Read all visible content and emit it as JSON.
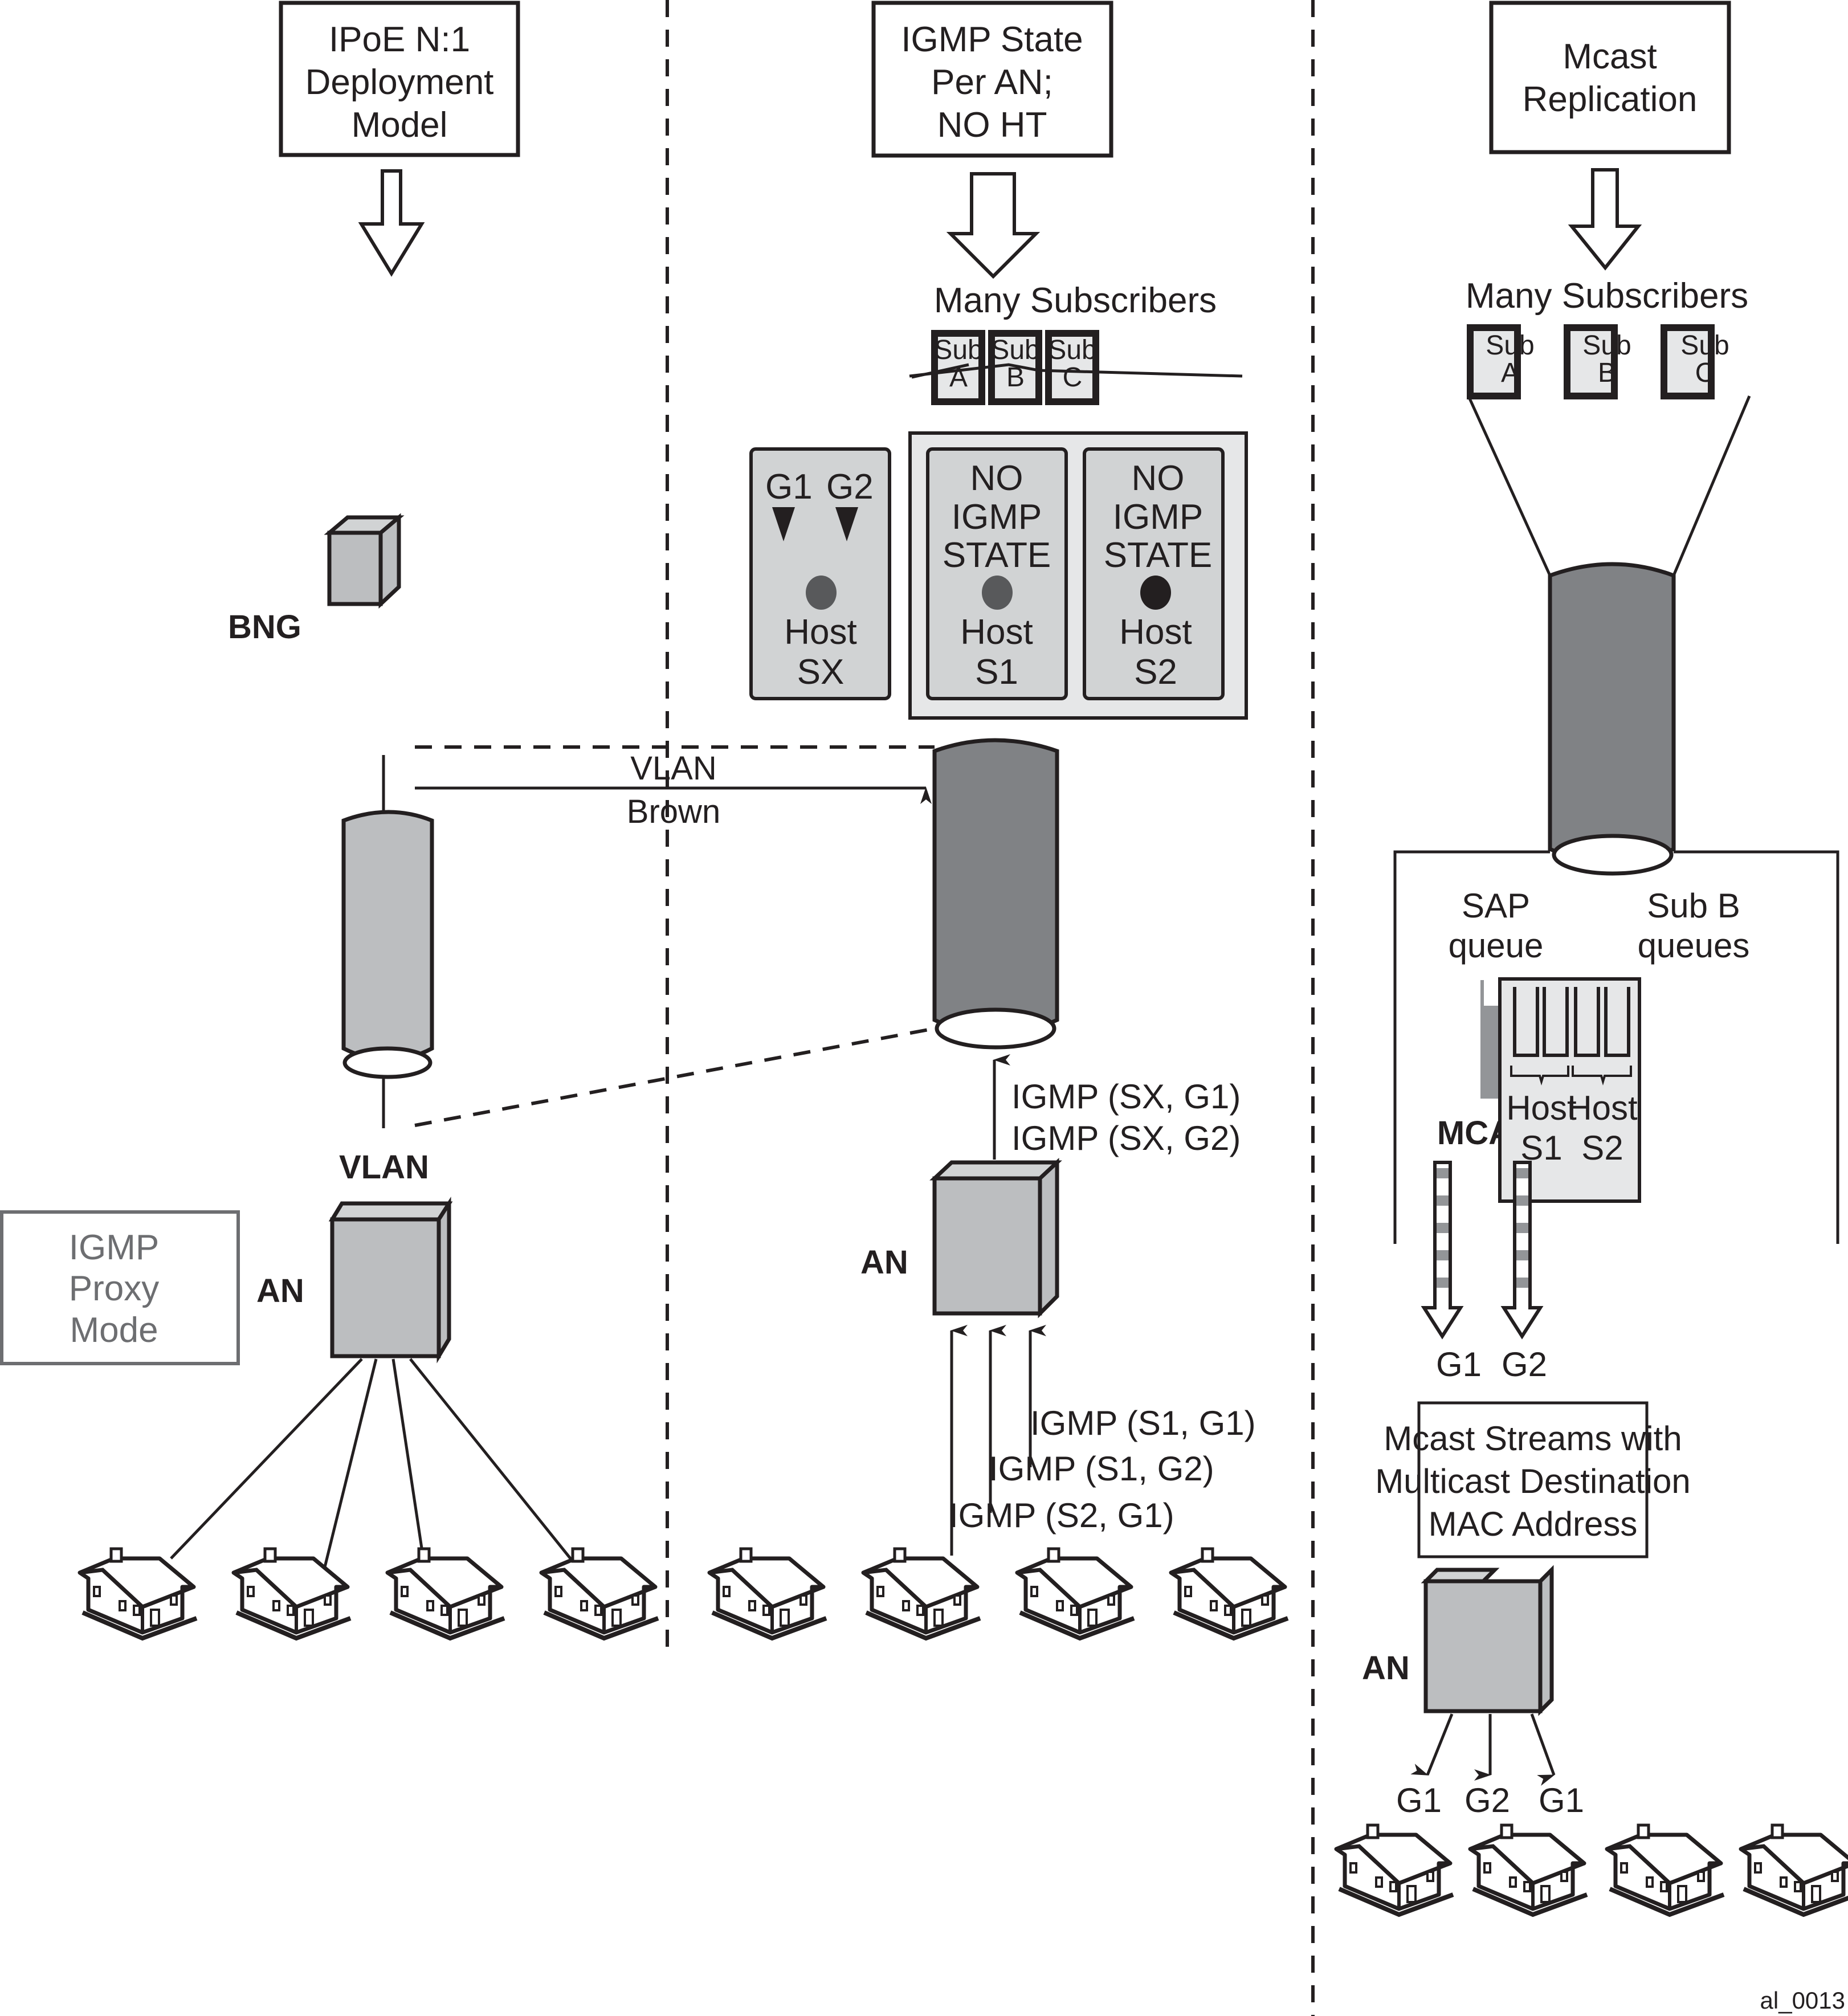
{
  "columns": [
    {
      "header": [
        "IPoE N:1",
        "Deployment",
        "Model"
      ],
      "devices": {
        "bng_label": "BNG",
        "vlan_label": "VLAN",
        "an_label": "AN"
      },
      "proxy_box": [
        "IGMP",
        "Proxy",
        "Mode"
      ],
      "houses": 4
    },
    {
      "header": [
        "IGMP State",
        "Per AN;",
        "NO HT"
      ],
      "many_subscribers": "Many Subscribers",
      "subs": [
        [
          "Sub",
          "A"
        ],
        [
          "Sub",
          "B"
        ],
        [
          "Sub",
          "C"
        ]
      ],
      "host_sx": {
        "groups": [
          "G1",
          "G2"
        ],
        "host": [
          "Host",
          "SX"
        ]
      },
      "host_s1": {
        "state": [
          "NO",
          "IGMP",
          "STATE"
        ],
        "host": [
          "Host",
          "S1"
        ]
      },
      "host_s2": {
        "state": [
          "NO",
          "IGMP",
          "STATE"
        ],
        "host": [
          "Host",
          "S2"
        ]
      },
      "vlan_link": [
        "VLAN",
        "Brown"
      ],
      "upstream_igmp": [
        "IGMP (SX, G1)",
        "IGMP (SX, G2)"
      ],
      "an_label": "AN",
      "downstream_igmp": [
        "IGMP (S1, G1)",
        "IGMP (S1, G2)",
        "IGMP (S2, G1)"
      ],
      "houses": 4
    },
    {
      "header": [
        "Mcast",
        "Replication"
      ],
      "many_subscribers": "Many Subscribers",
      "subs": [
        [
          "Sub",
          "A"
        ],
        [
          "Sub",
          "B"
        ],
        [
          "Sub",
          "C"
        ]
      ],
      "sap_queue": [
        "SAP",
        "queue"
      ],
      "subb_queues": [
        "Sub B",
        "queues"
      ],
      "mcast_label": "MCAST",
      "hosts": [
        [
          "Host",
          "S1"
        ],
        [
          "Host",
          "S2"
        ]
      ],
      "stream_groups": [
        "G1",
        "G2"
      ],
      "streams_box": [
        "Mcast Streams with",
        "Multicast Destination",
        "MAC Address"
      ],
      "an_label": "AN",
      "an_outputs": [
        "G1",
        "G2",
        "G1"
      ],
      "houses": 4
    }
  ],
  "figure_id": "al_0013",
  "colors": {
    "ink": "#231f20",
    "light_grey": "#e6e7e8",
    "mid_grey": "#d1d3d4",
    "cyl_light": "#bcbec0",
    "cyl_dark": "#808285",
    "proxy_grey": "#6d6e71",
    "queue_grey": "#939598"
  }
}
